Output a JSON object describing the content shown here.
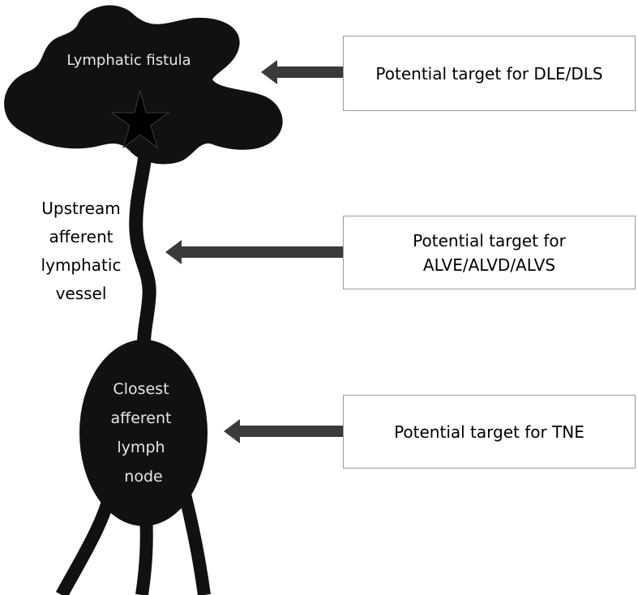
{
  "fistula": {
    "label": "Lymphatic fistula"
  },
  "vessel": {
    "label_lines": [
      "Upstream",
      "afferent",
      "lymphatic",
      "vessel"
    ]
  },
  "node": {
    "label_lines": [
      "Closest",
      "afferent",
      "lymph",
      "node"
    ]
  },
  "targets": [
    {
      "lines": [
        "Potential target for DLE/DLS"
      ]
    },
    {
      "lines": [
        "Potential target for",
        "ALVE/ALVD/ALVS"
      ]
    },
    {
      "lines": [
        "Potential target for TNE"
      ]
    }
  ],
  "colors": {
    "shape_fill": "#111111",
    "arrow_fill": "#3a3a3a",
    "box_border": "#9a9a9a",
    "inner_text": "#e6e6e6"
  }
}
